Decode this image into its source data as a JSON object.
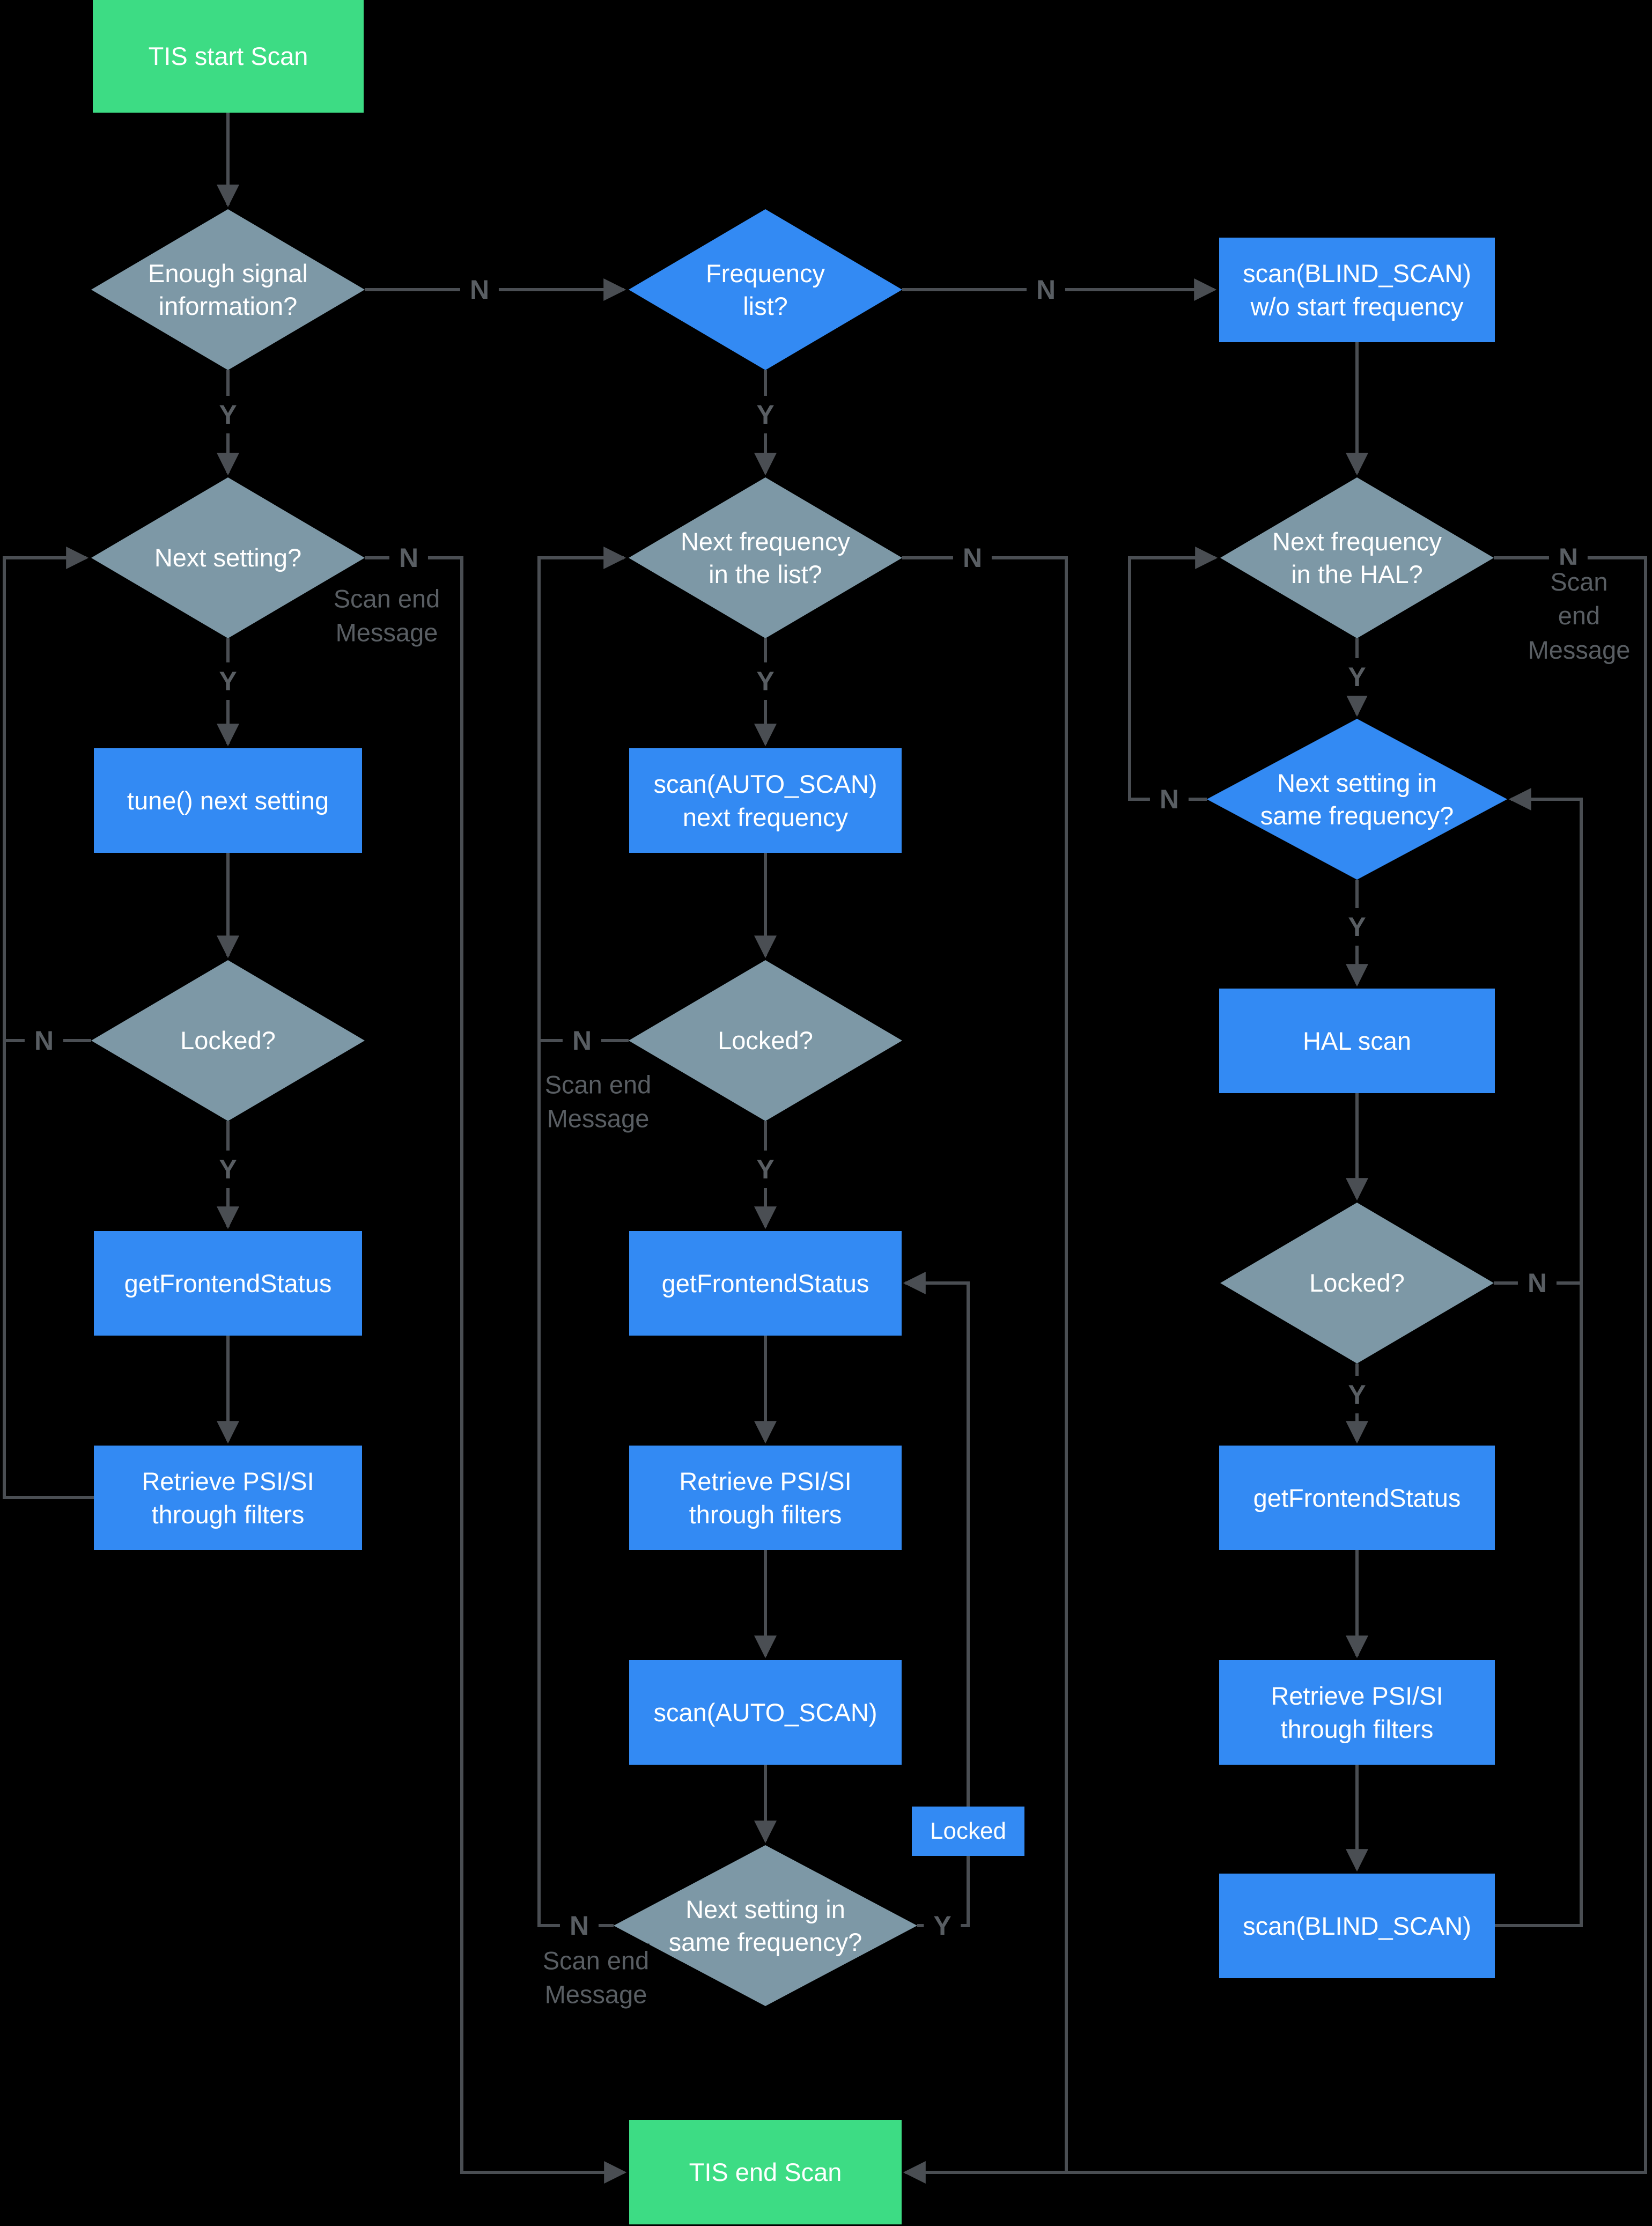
{
  "colors": {
    "background": "#000000",
    "terminal_green": "#3ddc84",
    "process_blue": "#338af3",
    "decision_slate": "#7d98a6",
    "connector_gray": "#4a4e53",
    "edge_label_gray": "#595e63",
    "node_text": "#ffffff"
  },
  "nodes": {
    "tis_start": {
      "label": "TIS start Scan",
      "type": "terminal"
    },
    "enough_signal": {
      "label": "Enough signal\ninformation?",
      "type": "decision"
    },
    "next_setting": {
      "label": "Next setting?",
      "type": "decision"
    },
    "tune_next_setting": {
      "label": "tune() next setting",
      "type": "process"
    },
    "locked_1": {
      "label": "Locked?",
      "type": "decision"
    },
    "get_frontend_status_1": {
      "label": "getFrontendStatus",
      "type": "process"
    },
    "retrieve_psi_1": {
      "label": "Retrieve PSI/SI\nthrough filters",
      "type": "process"
    },
    "frequency_list": {
      "label": "Frequency\nlist?",
      "type": "decision"
    },
    "next_frequency_list": {
      "label": "Next frequency\nin the list?",
      "type": "decision"
    },
    "scan_auto_next_frequency": {
      "label": "scan(AUTO_SCAN)\nnext frequency",
      "type": "process"
    },
    "locked_2": {
      "label": "Locked?",
      "type": "decision"
    },
    "get_frontend_status_2": {
      "label": "getFrontendStatus",
      "type": "process"
    },
    "retrieve_psi_2": {
      "label": "Retrieve PSI/SI\nthrough filters",
      "type": "process"
    },
    "scan_auto": {
      "label": "scan(AUTO_SCAN)",
      "type": "process"
    },
    "locked_tag": {
      "label": "Locked",
      "type": "tag"
    },
    "next_setting_same_freq_mid": {
      "label": "Next setting in\nsame frequency?",
      "type": "decision"
    },
    "scan_blind_wo_start": {
      "label": "scan(BLIND_SCAN)\nw/o start frequency",
      "type": "process"
    },
    "next_frequency_hal": {
      "label": "Next frequency\nin the HAL?",
      "type": "decision"
    },
    "next_setting_same_freq_right": {
      "label": "Next setting in\nsame frequency?",
      "type": "decision"
    },
    "hal_scan": {
      "label": "HAL scan",
      "type": "process"
    },
    "locked_3": {
      "label": "Locked?",
      "type": "decision"
    },
    "get_frontend_status_3": {
      "label": "getFrontendStatus",
      "type": "process"
    },
    "retrieve_psi_3": {
      "label": "Retrieve PSI/SI\nthrough filters",
      "type": "process"
    },
    "scan_blind": {
      "label": "scan(BLIND_SCAN)",
      "type": "process"
    },
    "tis_end": {
      "label": "TIS end Scan",
      "type": "terminal"
    }
  },
  "edge_labels": {
    "no": "N",
    "yes": "Y",
    "scan_end_message": "Scan end\nMessage"
  }
}
